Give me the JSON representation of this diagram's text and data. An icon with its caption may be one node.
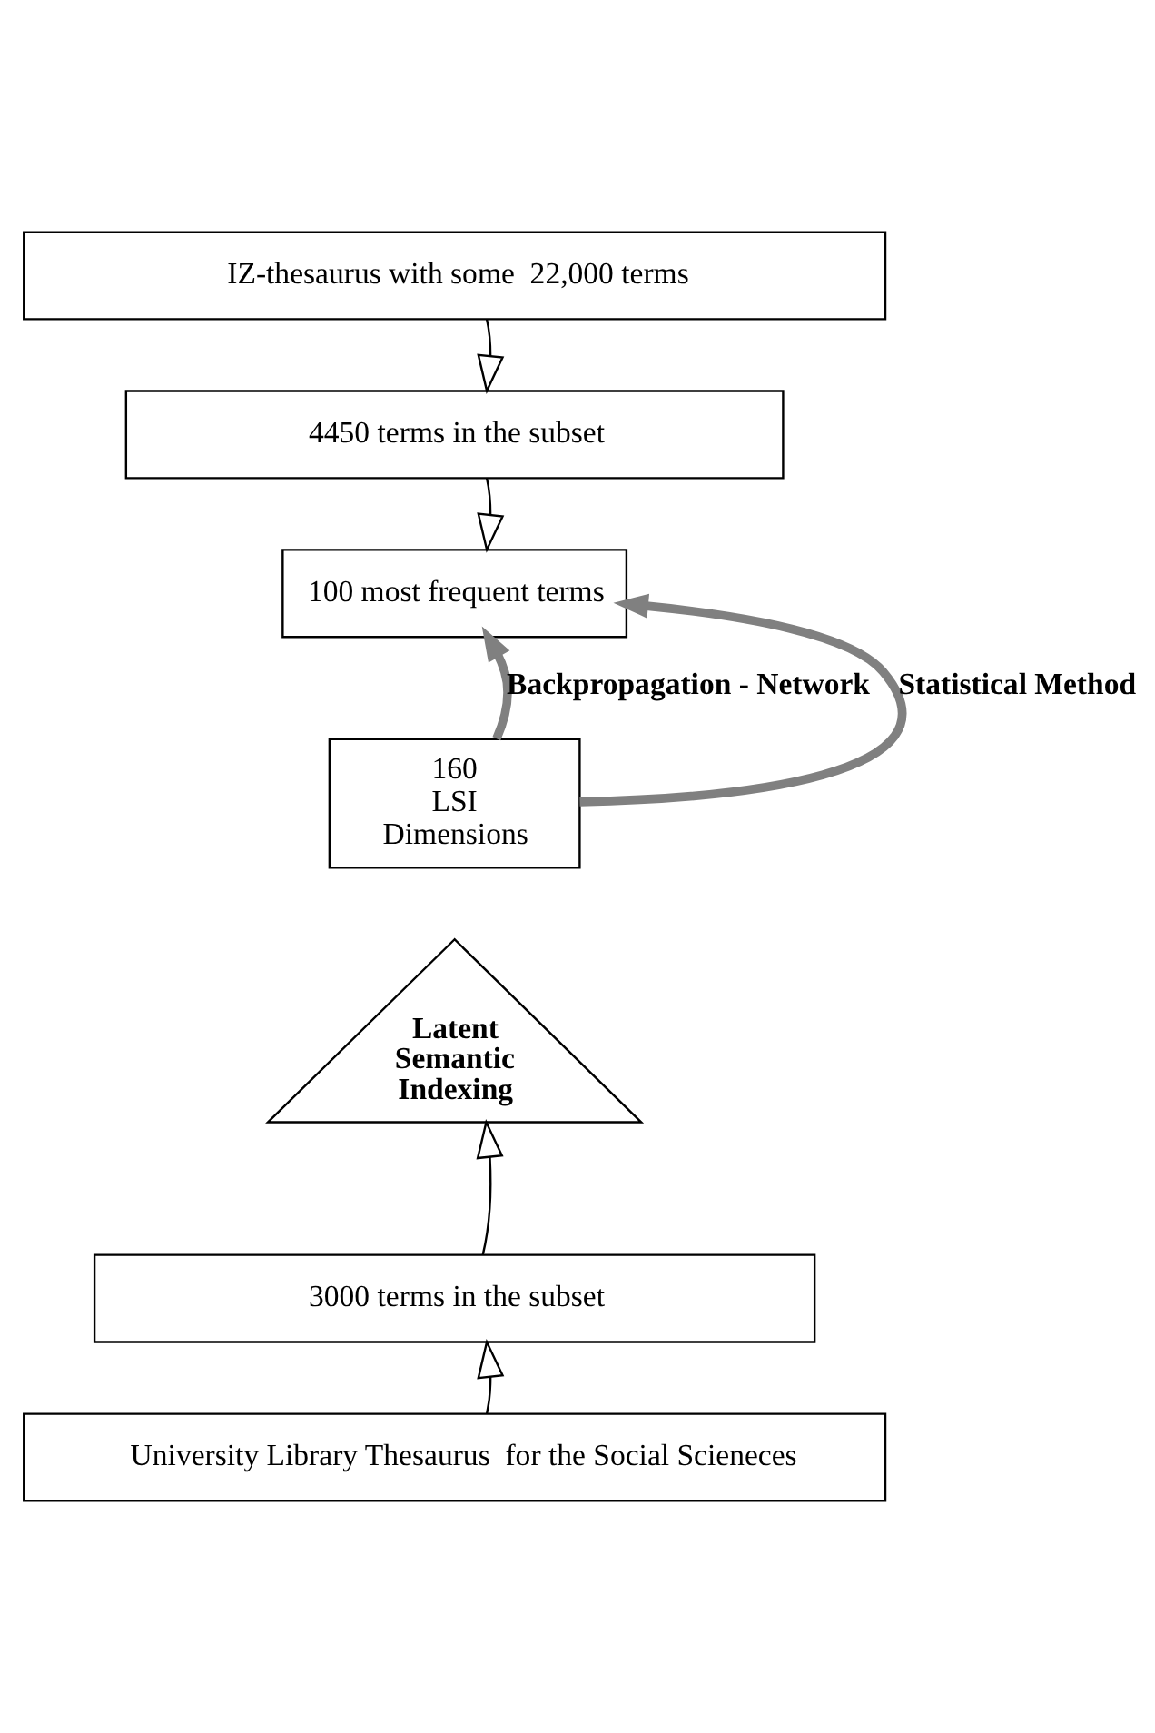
{
  "diagram": {
    "nodes": [
      {
        "text": [
          "IZ-thesaurus with some  22,000 terms"
        ]
      },
      {
        "text": [
          "4450 terms in the subset"
        ]
      },
      {
        "text": [
          "100 most frequent terms"
        ]
      },
      {
        "text": [
          "160 LSI Dimensions"
        ]
      },
      {
        "text": [
          "Latent Semantic Indexing"
        ]
      },
      {
        "text": [
          "3000 terms in the subset"
        ]
      },
      {
        "text": [
          "University Library Thesaurus  for the Social Scieneces"
        ]
      }
    ],
    "edges": [
      {
        "from": 0,
        "to": 1,
        "arrow": "to"
      },
      {
        "from": 1,
        "to": 2,
        "arrow": "to"
      },
      {
        "from": 3,
        "to": 2,
        "arrow": "to",
        "label": "Backpropagation - Network",
        "style": "thick",
        "color": "#808080"
      },
      {
        "from": 3,
        "to": 2,
        "arrow": "to",
        "label": "Statistical Method",
        "style": "thick",
        "color": "#808080"
      },
      {
        "from": 5,
        "to": 4,
        "arrow": "to"
      },
      {
        "from": 6,
        "to": 5,
        "arrow": "to"
      }
    ]
  }
}
